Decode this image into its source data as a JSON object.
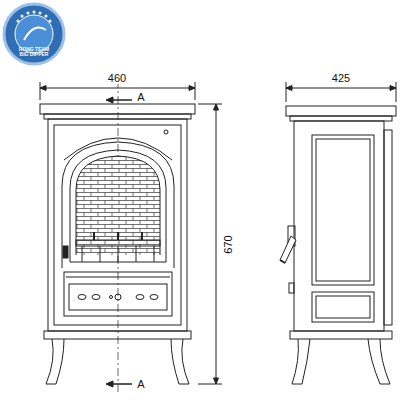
{
  "diagram": {
    "labels": [
      "460",
      "A",
      "A",
      "670",
      "425",
      "RONG TEAM BIG DIPPER"
    ]
  }
}
